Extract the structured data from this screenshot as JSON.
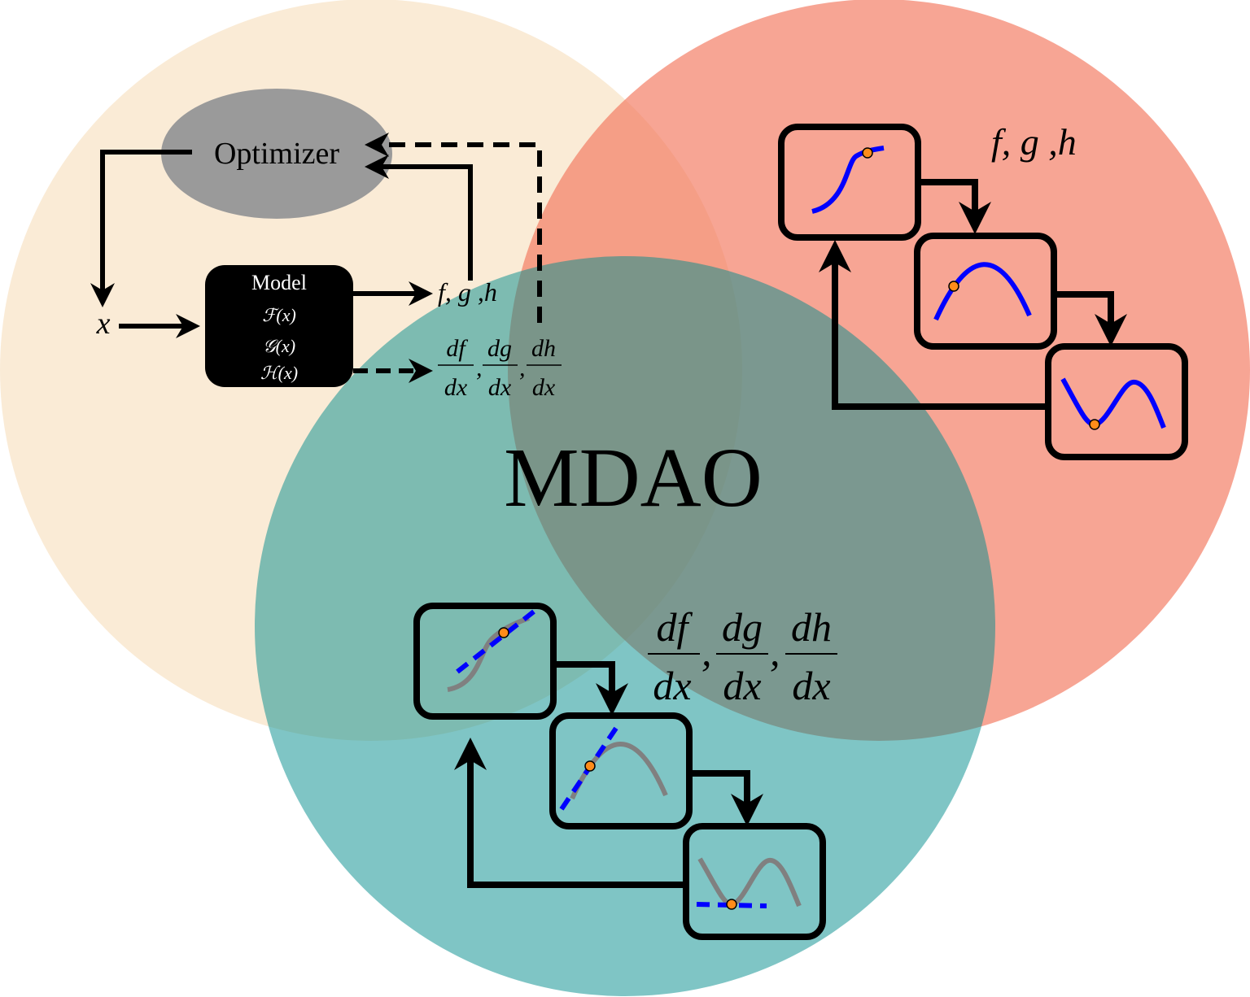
{
  "title": "MDAO",
  "colors": {
    "optimization_circle": "#f8e4c8",
    "analysis_circle": "#f3755a",
    "derivative_circle": "#008c8c",
    "optimizer_ellipse": "#9a9a9a",
    "model_box": "#000000",
    "curve": "#0000ff",
    "grey_curve": "#808080",
    "point": "#ff8c1a"
  },
  "optimization_loop": {
    "optimizer_label": "Optimizer",
    "model_label": "Model",
    "model_functions": [
      "ℱ(x)",
      "𝒢(x)",
      "ℋ(x)"
    ],
    "input_label": "x",
    "outputs_label": "f, g ,h",
    "derivatives": [
      {
        "num": "df",
        "den": "dx"
      },
      {
        "num": "dg",
        "den": "dx"
      },
      {
        "num": "dh",
        "den": "dx"
      }
    ]
  },
  "analysis_panel": {
    "label": "f, g ,h",
    "icons": [
      "sigmoid-curve-icon",
      "parabola-curve-icon",
      "sine-curve-icon"
    ]
  },
  "derivative_panel": {
    "derivatives": [
      {
        "num": "df",
        "den": "dx"
      },
      {
        "num": "dg",
        "den": "dx"
      },
      {
        "num": "dh",
        "den": "dx"
      }
    ],
    "icons": [
      "sigmoid-tangent-icon",
      "parabola-tangent-icon",
      "sine-tangent-icon"
    ]
  }
}
